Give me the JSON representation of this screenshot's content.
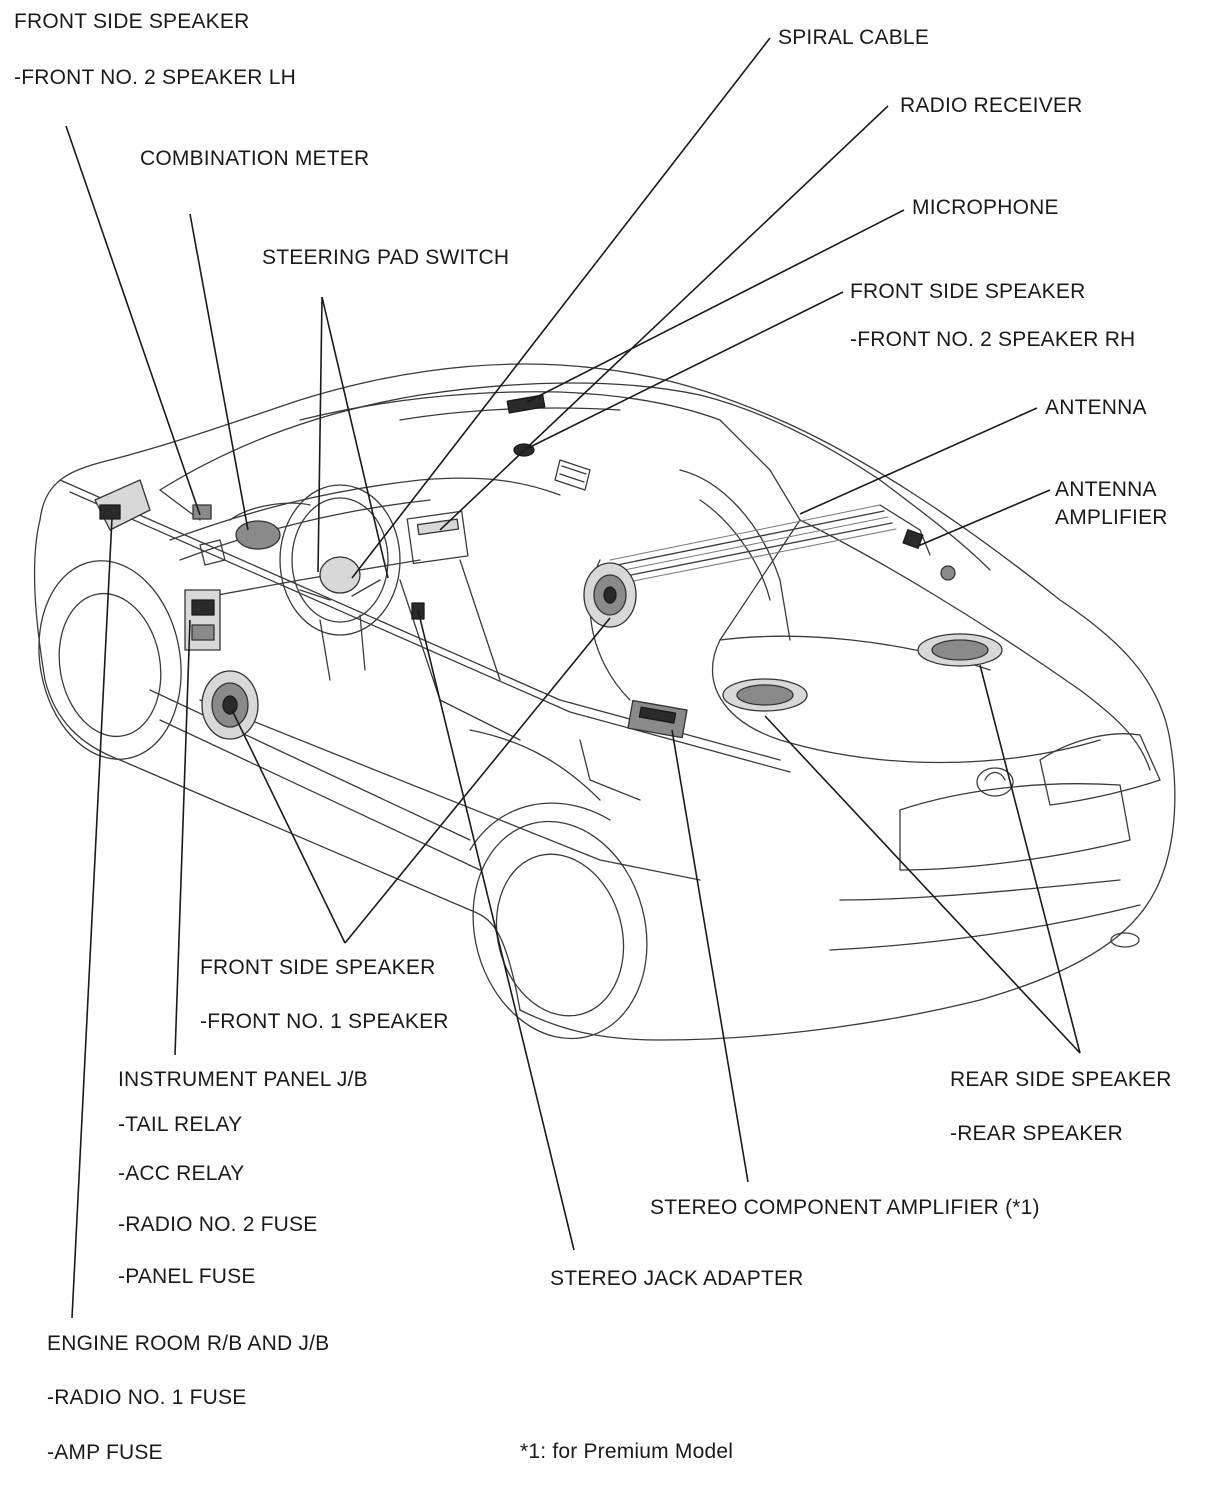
{
  "labels": {
    "front_side_speaker_lh": "FRONT SIDE SPEAKER",
    "front_no2_speaker_lh": "-FRONT NO. 2 SPEAKER LH",
    "combination_meter": "COMBINATION METER",
    "steering_pad_switch": "STEERING PAD SWITCH",
    "spiral_cable": "SPIRAL CABLE",
    "radio_receiver": "RADIO RECEIVER",
    "microphone": "MICROPHONE",
    "front_side_speaker_rh": "FRONT SIDE SPEAKER",
    "front_no2_speaker_rh": "-FRONT NO. 2 SPEAKER RH",
    "antenna": "ANTENNA",
    "antenna_amplifier_1": "ANTENNA",
    "antenna_amplifier_2": "AMPLIFIER",
    "front_side_speaker_1": "FRONT SIDE SPEAKER",
    "front_no1_speaker": "-FRONT NO. 1 SPEAKER",
    "instrument_panel_jb": "INSTRUMENT PANEL J/B",
    "tail_relay": "-TAIL RELAY",
    "acc_relay": "-ACC RELAY",
    "radio_no2_fuse": "-RADIO NO. 2 FUSE",
    "panel_fuse": "-PANEL FUSE",
    "rear_side_speaker": "REAR SIDE SPEAKER",
    "rear_speaker": "-REAR SPEAKER",
    "stereo_component_amplifier": "STEREO COMPONENT AMPLIFIER (*1)",
    "stereo_jack_adapter": "STEREO JACK ADAPTER",
    "engine_room_rb_jb": "ENGINE ROOM R/B AND J/B",
    "radio_no1_fuse": "-RADIO NO. 1 FUSE",
    "amp_fuse": "-AMP FUSE",
    "footnote": "*1: for Premium Model"
  }
}
